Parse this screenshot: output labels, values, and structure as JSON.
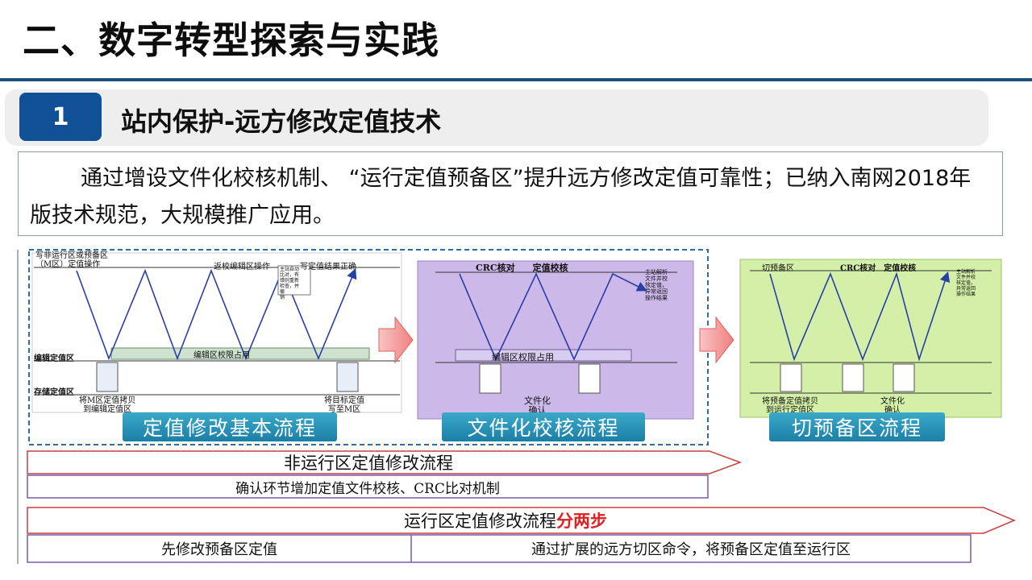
{
  "header": {
    "title": "二、数字转型探索与实践"
  },
  "section": {
    "number": "1",
    "title": "站内保护-远方修改定值技术"
  },
  "intro": {
    "text": "通过增设文件化校核机制、 “运行定值预备区”提升远方修改定值可靠性；已纳入南网2018年版技术规范，大规模推广应用。"
  },
  "diagram": {
    "stage1": {
      "label": "定值修改基本流程",
      "top_left": "写非运行区或预备区\n（M区）定值操作",
      "top_mid": "返校编辑区操作",
      "top_right": "写定值结果正确",
      "row_edit": "编辑定值区",
      "row_store": "存储定值区",
      "bar_text": "编辑区校限占用",
      "bottom_left": "将M区定值拷贝\n到编辑定值区",
      "bottom_right": "将目标定值\n写至M区",
      "note": "主站自动\n比对，有\n错则重新\n检查，并\n撤\n销"
    },
    "stage2": {
      "label": "文件化校核流程",
      "top": "CRC核对　　定值校核",
      "bar_text": "编辑区权限占用",
      "bottom": "文件化\n确认",
      "note": "主站解析\n文件并校\n核定值，\n异常返回\n操作结果"
    },
    "stage3": {
      "label": "切预备区流程",
      "top_left": "切预备区",
      "top_mid": "CRC核对　定值校核",
      "bottom_left": "将预备定值拷贝\n到运行定值区",
      "bottom_right": "文件化\n确认",
      "note": "主站解析\n文件并校\n核定值，\n异常返回\n操作结果"
    }
  },
  "flows": {
    "nonrun_title": "非运行区定值修改流程",
    "nonrun_desc": "确认环节增加定值文件校核、CRC比对机制",
    "run_title": "运行区定值修改流程",
    "run_highlight": "分两步",
    "run_step1": "先修改预备区定值",
    "run_step2": "通过扩展的远方切区命令，将预备区定值至运行区"
  },
  "colors": {
    "accent": "#0f5096",
    "rule": "#1f4e79",
    "highlight": "#e02020",
    "stage2_bg": "#cdb8ea",
    "stage3_bg": "#d4f0a8"
  }
}
